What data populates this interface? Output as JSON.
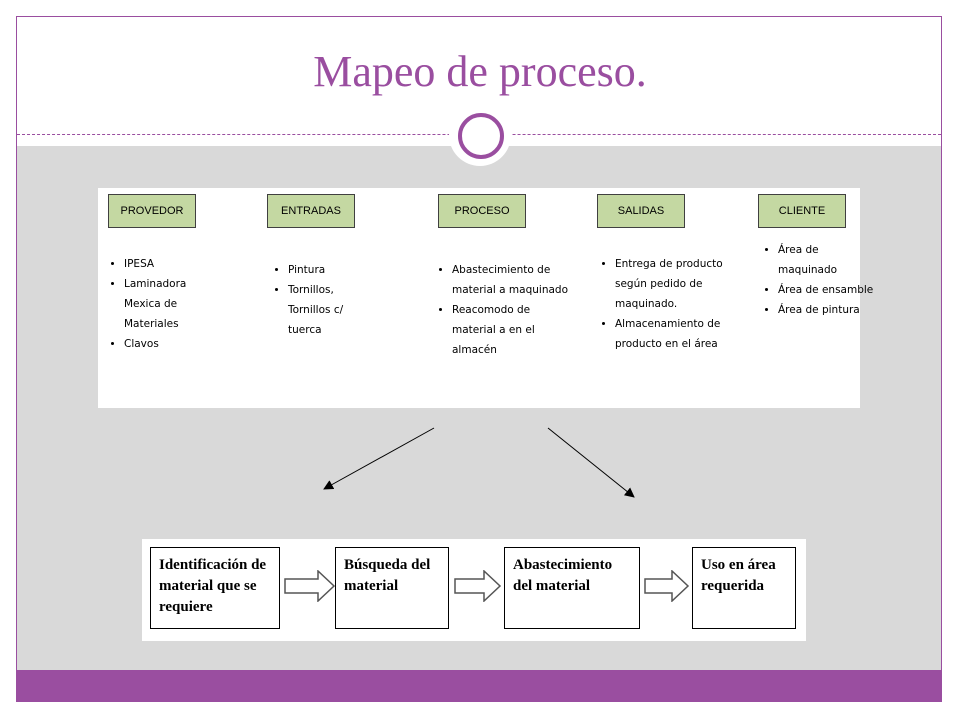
{
  "slide": {
    "title": "Mapeo de proceso."
  },
  "sipoc": {
    "columns": [
      {
        "header": "PROVEDOR",
        "items": [
          "IPESA",
          "Laminadora Mexica de Materiales",
          "Clavos"
        ]
      },
      {
        "header": "ENTRADAS",
        "items": [
          "Pintura",
          "Tornillos, Tornillos c/ tuerca"
        ]
      },
      {
        "header": "PROCESO",
        "items": [
          "Abastecimiento de material a maquinado",
          "Reacomodo de material a en el almacén"
        ]
      },
      {
        "header": "SALIDAS",
        "items": [
          "Entrega de producto según pedido de maquinado.",
          "Almacenamiento de producto en el área"
        ]
      },
      {
        "header": "CLIENTE",
        "items": [
          "Área de maquinado",
          "Área de ensamble",
          "Área de pintura"
        ]
      }
    ]
  },
  "flow": {
    "steps": [
      "Identificación de material que se requiere",
      "Búsqueda del material",
      "Abastecimiento del material",
      "Uso en área requerida"
    ]
  },
  "colors": {
    "accent": "#9a4ea0",
    "header_fill": "#c4d8a2",
    "background_gray": "#d9d9d9"
  }
}
